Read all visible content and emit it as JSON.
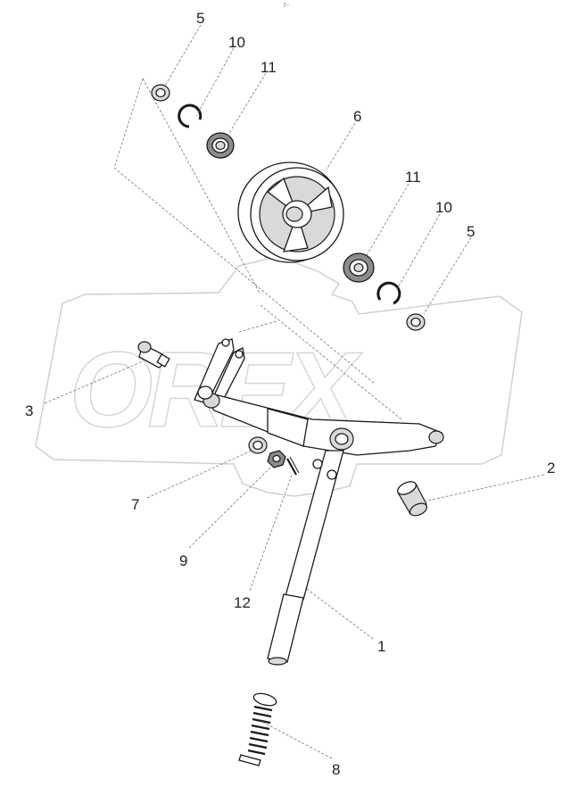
{
  "watermark": {
    "text": "OREX"
  },
  "top_mark": "r-",
  "callouts": [
    {
      "id": "c5a",
      "label": "5"
    },
    {
      "id": "c10a",
      "label": "10"
    },
    {
      "id": "c11a",
      "label": "11"
    },
    {
      "id": "c6",
      "label": "6"
    },
    {
      "id": "c11b",
      "label": "11"
    },
    {
      "id": "c10b",
      "label": "10"
    },
    {
      "id": "c5b",
      "label": "5"
    },
    {
      "id": "c3",
      "label": "3"
    },
    {
      "id": "c2",
      "label": "2"
    },
    {
      "id": "c7",
      "label": "7"
    },
    {
      "id": "c9",
      "label": "9"
    },
    {
      "id": "c12",
      "label": "12"
    },
    {
      "id": "c1",
      "label": "1"
    },
    {
      "id": "c8",
      "label": "8"
    }
  ]
}
